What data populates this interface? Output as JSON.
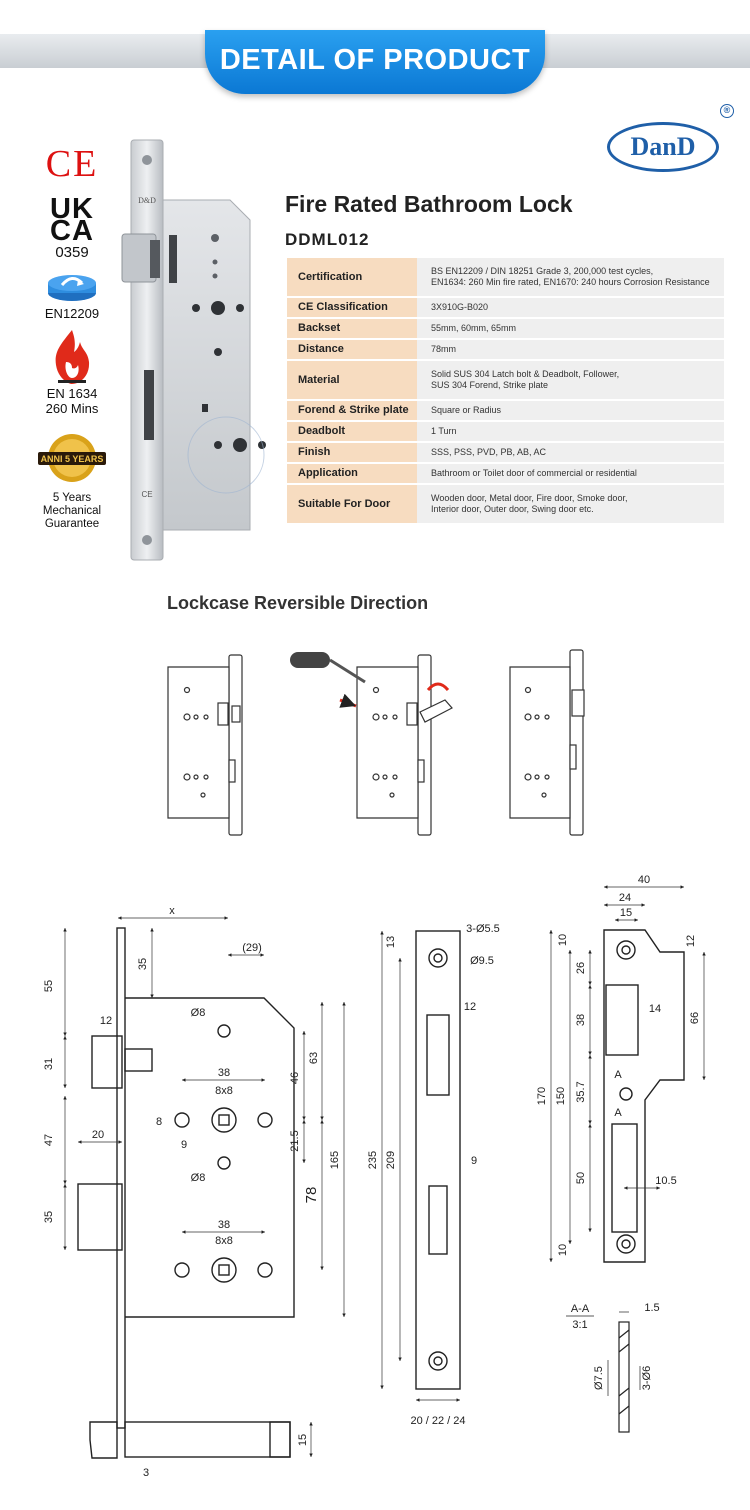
{
  "banner": {
    "title": "DETAIL OF PRODUCT"
  },
  "brand": {
    "logo": "DanD",
    "registered": "®"
  },
  "certifications": {
    "ce": "CE",
    "ukca": "UK CA",
    "ukca_number": "0359",
    "en12209": "EN12209",
    "en1634": "EN 1634",
    "en1634_mins": "260 Mins",
    "guarantee_line1": "5 Years",
    "guarantee_line2": "Mechanical",
    "guarantee_line3": "Guarantee",
    "icons": [
      "ce-mark-icon",
      "ukca-mark-icon",
      "en12209-cycle-icon",
      "fire-flame-icon",
      "guarantee-badge-icon"
    ]
  },
  "lock_photo": {
    "forend_mark_top": "D&D",
    "stamp_ce": "CE"
  },
  "product": {
    "title": "Fire Rated Bathroom Lock",
    "code": "DDML012"
  },
  "specs": [
    {
      "label": "Certification",
      "value": "BS EN12209 / DIN 18251 Grade 3, 200,000 test cycles,",
      "value2": "EN1634: 260 Min fire rated, EN1670: 240 hours Corrosion Resistance"
    },
    {
      "label": "CE Classification",
      "value": "3X910G-B020",
      "value2": ""
    },
    {
      "label": "Backset",
      "value": "55mm, 60mm, 65mm",
      "value2": ""
    },
    {
      "label": "Distance",
      "value": "78mm",
      "value2": ""
    },
    {
      "label": "Material",
      "value": "Solid SUS 304 Latch bolt & Deadbolt, Follower,",
      "value2": "SUS 304 Forend, Strike plate"
    },
    {
      "label": "Forend & Strike plate",
      "value": "Square or Radius",
      "value2": ""
    },
    {
      "label": "Deadbolt",
      "value": "1 Turn",
      "value2": ""
    },
    {
      "label": "Finish",
      "value": "SSS, PSS, PVD, PB, AB, AC",
      "value2": ""
    },
    {
      "label": "Application",
      "value": "Bathroom or Toilet door of commercial or residential",
      "value2": ""
    },
    {
      "label": "Suitable For Door",
      "value": "Wooden door, Metal door, Fire door, Smoke door,",
      "value2": "Interior door, Outer door, Swing door etc."
    }
  ],
  "reversible": {
    "title": "Lockcase Reversible Direction"
  },
  "drawing": {
    "lock_body": {
      "backset": "x",
      "handle_offset": "(29)",
      "top": "55",
      "latch_top": "35",
      "latch_proj": "12",
      "latch_h": "31",
      "gap": "47",
      "bolt_proj": "20",
      "bolt_h": "35",
      "spindle_hole": "Ø8",
      "hole_span": "38",
      "square": "8x8",
      "small_dim": "8",
      "small_dim2": "9",
      "h46": "46",
      "h63": "63",
      "h21_5": "21.5",
      "follower_hole": "Ø8",
      "distance": "78",
      "h165": "165",
      "lower_span": "38",
      "lower_square": "8x8"
    },
    "forend": {
      "screw": "3-Ø5.5",
      "screw_head": "Ø9.5",
      "top_off": "13",
      "slot_w": "12",
      "bolt_w": "9",
      "h235": "235",
      "h209": "209",
      "widths": "20 / 22 / 24"
    },
    "strike": {
      "w40": "40",
      "w24": "24",
      "w15": "15",
      "t10": "10",
      "r12": "12",
      "h26": "26",
      "h38": "38",
      "w14": "14",
      "h66": "66",
      "sectA": "A",
      "h35_7": "35.7",
      "sectA2": "A",
      "h170": "170",
      "h150": "150",
      "h50": "50",
      "w10_5": "10.5",
      "b10": "10"
    },
    "section": {
      "name": "A-A",
      "scale": "3:1",
      "t1_5": "1.5",
      "d7_5": "Ø7.5",
      "d3_6": "3-Ø6"
    },
    "bolt": {
      "t15": "15",
      "t3": "3"
    }
  },
  "colors": {
    "banner": "#1a8be3",
    "logo": "#1f5fa8",
    "spec_label_bg": "#f7dcc0",
    "spec_value_bg": "#efefef",
    "fire": "#e02a1a",
    "guarantee_gold": "#d9a21a"
  }
}
